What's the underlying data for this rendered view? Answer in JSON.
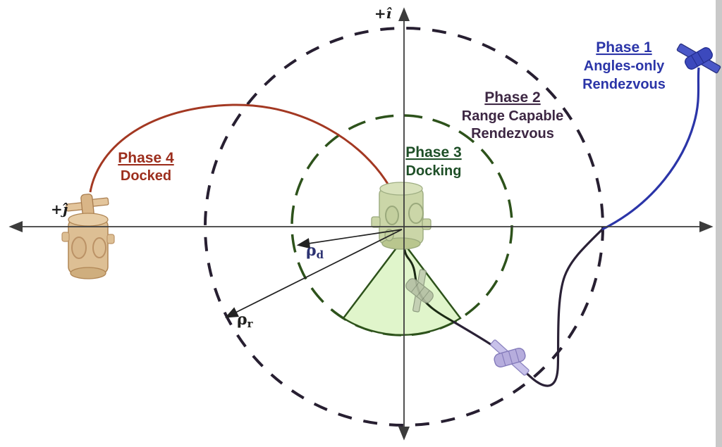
{
  "axes": {
    "vertical_label": "+î",
    "horizontal_label": "+ĵ",
    "color": "#3c3c3c"
  },
  "phases": {
    "phase1": {
      "title": "Phase 1",
      "line1": "Angles-only",
      "line2": "Rendezvous",
      "color": "#2b35a8"
    },
    "phase2": {
      "title": "Phase 2",
      "line1": "Range Capable",
      "line2": "Rendezvous",
      "color": "#3d2743"
    },
    "phase3": {
      "title": "Phase 3",
      "line1": "Docking",
      "color": "#1e4f27"
    },
    "phase4": {
      "title": "Phase 4",
      "line1": "Docked",
      "color": "#9c2e1d"
    }
  },
  "radius_labels": {
    "docking": {
      "symbol": "ρ",
      "subscript": "d",
      "color": "#2c3272"
    },
    "range": {
      "symbol": "ρ",
      "subscript": "r",
      "color": "#20201e"
    }
  },
  "colors": {
    "outer_circle": "#271f31",
    "inner_circle": "#2d521b",
    "cone_fill": "#def4c8",
    "cone_edge": "#2d521b",
    "phase1_curve": "#2b35a8",
    "phase2_curve": "#2a2136",
    "phase3_curve": "#1b2a14",
    "phase4_curve": "#a33822",
    "axis": "#3c3c3c",
    "arrow": "#222222",
    "edge_strip": "#c9c9c9"
  }
}
